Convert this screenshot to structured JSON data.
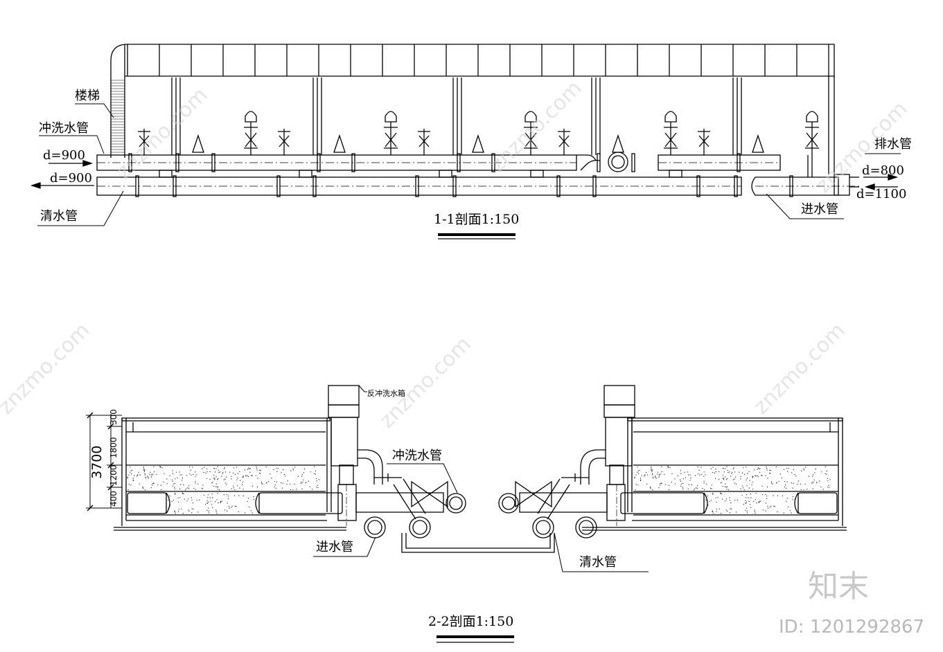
{
  "section1": {
    "title": "1-1剖面1:150",
    "labels": {
      "stair": "楼梯",
      "flush_pipe": "冲洗水管",
      "clear_pipe": "清水管",
      "drain_pipe": "排水管",
      "inlet_pipe": "进水管"
    },
    "dims": {
      "d_in_top": "d=900",
      "d_in_bottom": "d=900",
      "d_drain": "d=800",
      "d_inlet": "d=1100"
    }
  },
  "section2": {
    "title": "2-2剖面1:150",
    "labels": {
      "backwash_tank": "反冲洗水箱",
      "flush_pipe": "冲洗水管",
      "inlet_pipe": "进水管",
      "clear_pipe": "清水管"
    },
    "dims": {
      "total": "3700",
      "d300": "300",
      "d1800": "1800",
      "d1200": "1200",
      "d400": "400"
    }
  },
  "watermark": {
    "text": "znzmo.com",
    "logo": "知末",
    "id": "ID: 1201292867"
  },
  "colors": {
    "line": "#000000",
    "watermark": "#cccccc"
  }
}
